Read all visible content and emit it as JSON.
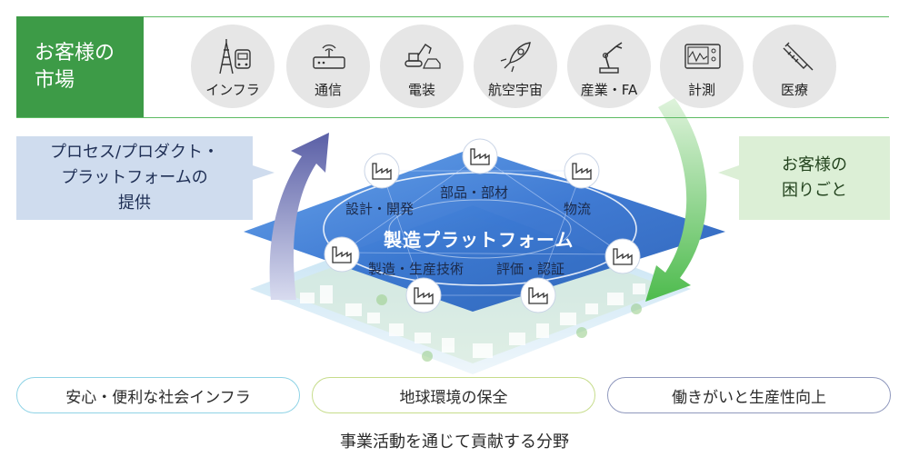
{
  "market": {
    "title_line1": "お客様の",
    "title_line2": "市場",
    "items": [
      {
        "label": "インフラ",
        "icon": "power-tower-train-icon"
      },
      {
        "label": "通信",
        "icon": "router-icon"
      },
      {
        "label": "電装",
        "icon": "excavator-car-icon"
      },
      {
        "label": "航空宇宙",
        "icon": "rocket-icon"
      },
      {
        "label": "産業・FA",
        "icon": "robot-arm-icon"
      },
      {
        "label": "計測",
        "icon": "oscilloscope-icon"
      },
      {
        "label": "医療",
        "icon": "syringe-icon"
      }
    ]
  },
  "provide_box": {
    "line1": "プロセス/プロダクト・",
    "line2": "プラットフォームの",
    "line3": "提供"
  },
  "trouble_box": {
    "line1": "お客様の",
    "line2": "困りごと"
  },
  "platform": {
    "title": "製造プラットフォーム",
    "nodes": {
      "parts": "部品・部材",
      "design": "設計・開発",
      "logistics": "物流",
      "manufacturing": "製造・生産技術",
      "evaluation": "評価・認証"
    }
  },
  "contribution_fields": [
    "安心・便利な社会インフラ",
    "地球環境の保全",
    "働きがいと生産性向上"
  ],
  "footer_caption": "事業活動を通じて貢献する分野",
  "colors": {
    "market_title_bg": "#3d9b47",
    "market_border": "#5dbb63",
    "provide_bg": "#cfdcee",
    "trouble_bg": "#dcefd6",
    "platform_blue": "#2f6fcf",
    "arrow_up": "#5a5fa6",
    "arrow_down": "#5cc25c"
  }
}
